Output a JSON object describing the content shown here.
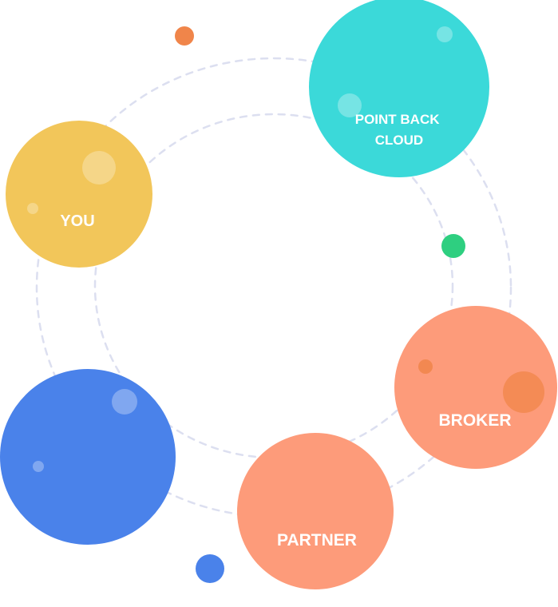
{
  "diagram": {
    "nodes": [
      {
        "id": "you",
        "label_lines": [
          "YOU"
        ],
        "color": "#f2c65a"
      },
      {
        "id": "point-back-cloud",
        "label_lines": [
          "POINT BACK",
          "CLOUD"
        ],
        "color": "#3bd9d9"
      },
      {
        "id": "broker",
        "label_lines": [
          "BROKER"
        ],
        "color": "#fd9b7a"
      },
      {
        "id": "partner",
        "label_lines": [
          "PARTNER"
        ],
        "color": "#fd9b7a"
      },
      {
        "id": "blue",
        "label_lines": [],
        "color": "#4a82ea"
      }
    ],
    "accent_dots": [
      {
        "id": "orange",
        "color": "#f0854a"
      },
      {
        "id": "green",
        "color": "#2ecf80"
      },
      {
        "id": "blue",
        "color": "#4a82ea"
      }
    ],
    "ring_color": "#dcdff0"
  }
}
